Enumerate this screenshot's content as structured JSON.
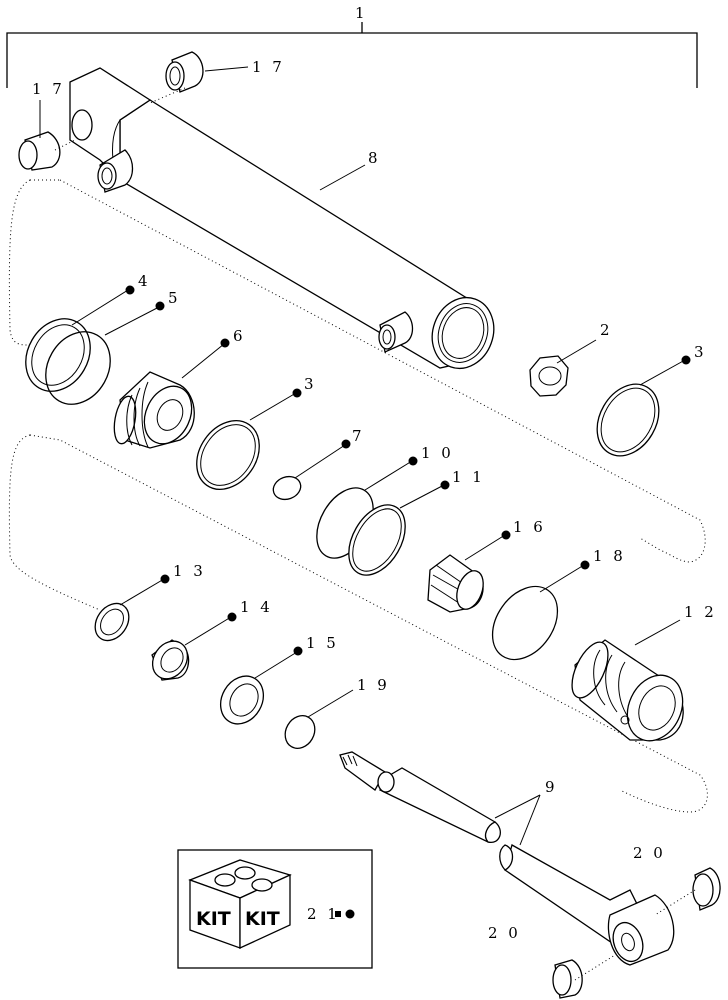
{
  "callouts": {
    "c1": "1",
    "c17a": "1 7",
    "c17b": "1 7",
    "c8": "8",
    "c4": "4",
    "c5": "5",
    "c6": "6",
    "c2": "2",
    "c3a": "3",
    "c3b": "3",
    "c7": "7",
    "c10": "1 0",
    "c11": "1 1",
    "c16": "1 6",
    "c18": "1 8",
    "c12": "1 2",
    "c13": "1 3",
    "c14": "1 4",
    "c15": "1 5",
    "c19": "1 9",
    "c9": "9",
    "c20a": "2 0",
    "c20b": "2 0",
    "c21": "2 1"
  },
  "kit": {
    "label_left": "KIT",
    "label_right": "KIT"
  }
}
